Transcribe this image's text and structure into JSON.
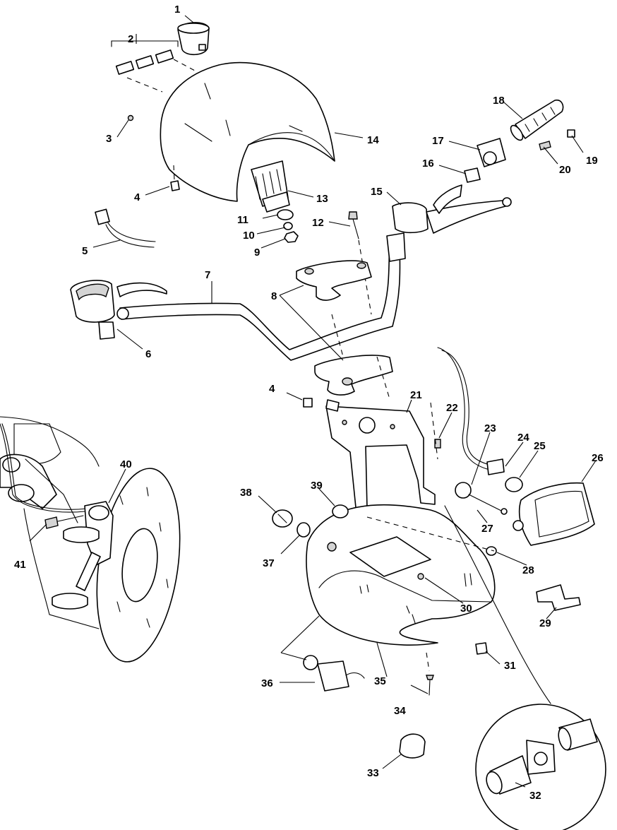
{
  "callouts": [
    {
      "id": "1",
      "text": "1"
    },
    {
      "id": "2",
      "text": "2"
    },
    {
      "id": "3",
      "text": "3"
    },
    {
      "id": "4a",
      "text": "4"
    },
    {
      "id": "4b",
      "text": "4"
    },
    {
      "id": "5",
      "text": "5"
    },
    {
      "id": "6",
      "text": "6"
    },
    {
      "id": "7",
      "text": "7"
    },
    {
      "id": "8",
      "text": "8"
    },
    {
      "id": "9",
      "text": "9"
    },
    {
      "id": "10",
      "text": "10"
    },
    {
      "id": "11",
      "text": "11"
    },
    {
      "id": "12",
      "text": "12"
    },
    {
      "id": "13",
      "text": "13"
    },
    {
      "id": "14",
      "text": "14"
    },
    {
      "id": "15",
      "text": "15"
    },
    {
      "id": "16",
      "text": "16"
    },
    {
      "id": "17",
      "text": "17"
    },
    {
      "id": "18",
      "text": "18"
    },
    {
      "id": "19",
      "text": "19"
    },
    {
      "id": "20",
      "text": "20"
    },
    {
      "id": "21",
      "text": "21"
    },
    {
      "id": "22",
      "text": "22"
    },
    {
      "id": "23",
      "text": "23"
    },
    {
      "id": "24",
      "text": "24"
    },
    {
      "id": "25",
      "text": "25"
    },
    {
      "id": "26",
      "text": "26"
    },
    {
      "id": "27",
      "text": "27"
    },
    {
      "id": "28",
      "text": "28"
    },
    {
      "id": "29",
      "text": "29"
    },
    {
      "id": "30",
      "text": "30"
    },
    {
      "id": "31",
      "text": "31"
    },
    {
      "id": "32",
      "text": "32"
    },
    {
      "id": "33",
      "text": "33"
    },
    {
      "id": "34",
      "text": "34"
    },
    {
      "id": "35",
      "text": "35"
    },
    {
      "id": "36",
      "text": "36"
    },
    {
      "id": "37",
      "text": "37"
    },
    {
      "id": "38",
      "text": "38"
    },
    {
      "id": "39",
      "text": "39"
    },
    {
      "id": "40",
      "text": "40"
    },
    {
      "id": "41",
      "text": "41"
    }
  ]
}
